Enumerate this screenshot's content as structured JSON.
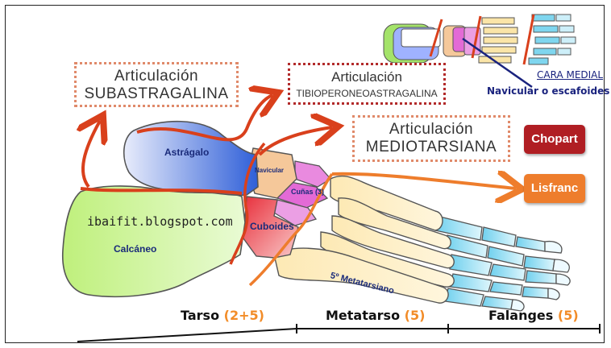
{
  "labels": {
    "subastragalina_top": "Articulación",
    "subastragalina_bottom": "SUBASTRAGALINA",
    "tibio_top": "Articulación",
    "tibio_bottom": "TIBIOPERONEOASTRAGALINA",
    "medio_top": "Articulación",
    "medio_bottom": "MEDIOTARSIANA",
    "cara_medial": "CARA MEDIAL",
    "navicular_escafoides": "Navicular o escafoides",
    "chopart": "Chopart",
    "lisfranc": "Lisfranc"
  },
  "bones": {
    "astragalo": "Astrágalo",
    "calcaneo": "Calcáneo",
    "navicular": "Navicular",
    "cunas": "Cuñas (3)",
    "cuboides": "Cuboides",
    "metatarsiano5": "5º Metatarsiano",
    "blog": "ibaifit.blogspot.com"
  },
  "sections": [
    {
      "name": "Tarso",
      "count": "(2+5)"
    },
    {
      "name": "Metatarso",
      "count": "(5)"
    },
    {
      "name": "Falanges",
      "count": "(5)"
    }
  ],
  "colors": {
    "chopart": "#b01e23",
    "lisfranc": "#ee7d2c",
    "arrow_red": "#d9401c",
    "arrow_orange": "#ee7d2c",
    "calcaneo": "#a4e36a",
    "astragalo": "#2f5fd8",
    "cuboides": "#e8404a",
    "cunas": "#e36ad6",
    "navicular": "#f5c89a",
    "metatarsals": "#fbe5a8",
    "phalanges": "#7fd6ef"
  }
}
